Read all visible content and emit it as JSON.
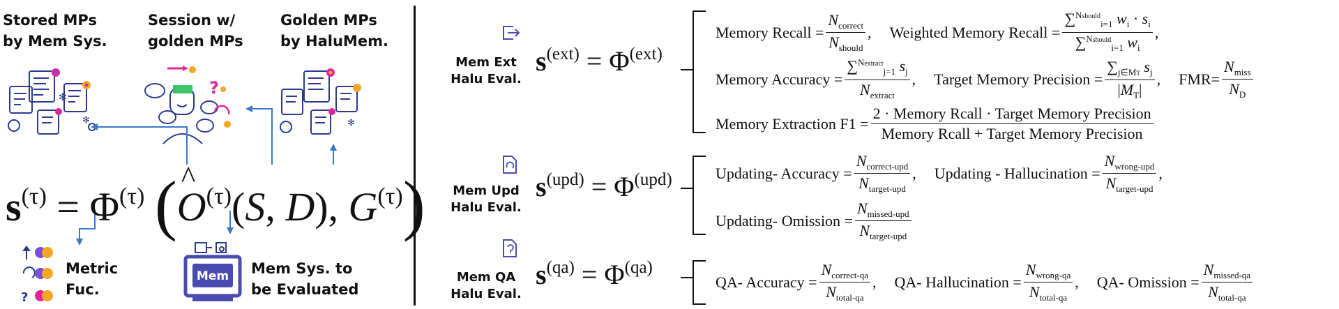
{
  "left": {
    "stored_title": [
      "Stored MPs",
      "by Mem Sys."
    ],
    "session_title": [
      "Session w/",
      "golden MPs"
    ],
    "golden_title": [
      "Golden MPs",
      "by HaluMem."
    ],
    "metric_label": [
      "Metric",
      "Fuc."
    ],
    "memsys_label": [
      "Mem Sys. to",
      "be Evaluated"
    ],
    "mem_badge": "Mem"
  },
  "right": {
    "ext": {
      "eval_label": [
        "Mem Ext",
        "Halu Eval."
      ],
      "sup": "(ext)",
      "memory_recall": "Memory Recall",
      "weighted_memory_recall": "Weighted Memory Recall",
      "memory_accuracy": "Memory Accuracy",
      "target_memory_precision": "Target Memory Precision",
      "fmr": "FMR",
      "memory_extraction_f1": "Memory Extraction F1",
      "f1_numerator": "2 · Memory Rcall · Target Memory Precision",
      "f1_denominator": "Memory Rcall + Target Memory Precision"
    },
    "upd": {
      "eval_label": [
        "Mem Upd",
        "Halu Eval."
      ],
      "sup": "(upd)",
      "updating_accuracy": "Updating- Accuracy",
      "updating_hallucination": "Updating - Hallucination",
      "updating_omission": "Updating- Omission"
    },
    "qa": {
      "eval_label": [
        "Mem QA",
        "Halu Eval."
      ],
      "sup": "(qa)",
      "qa_accuracy": "QA- Accuracy",
      "qa_hallucination": "QA- Hallucination",
      "qa_omission": "QA- Omission"
    }
  },
  "colors": {
    "arrow_blue": "#3a78c9",
    "monitor_purple": "#4a4bb0",
    "accent_pink": "#e0249a",
    "accent_orange": "#f5a623",
    "accent_purple": "#7b4fd6",
    "face_green": "#3cc46b"
  }
}
